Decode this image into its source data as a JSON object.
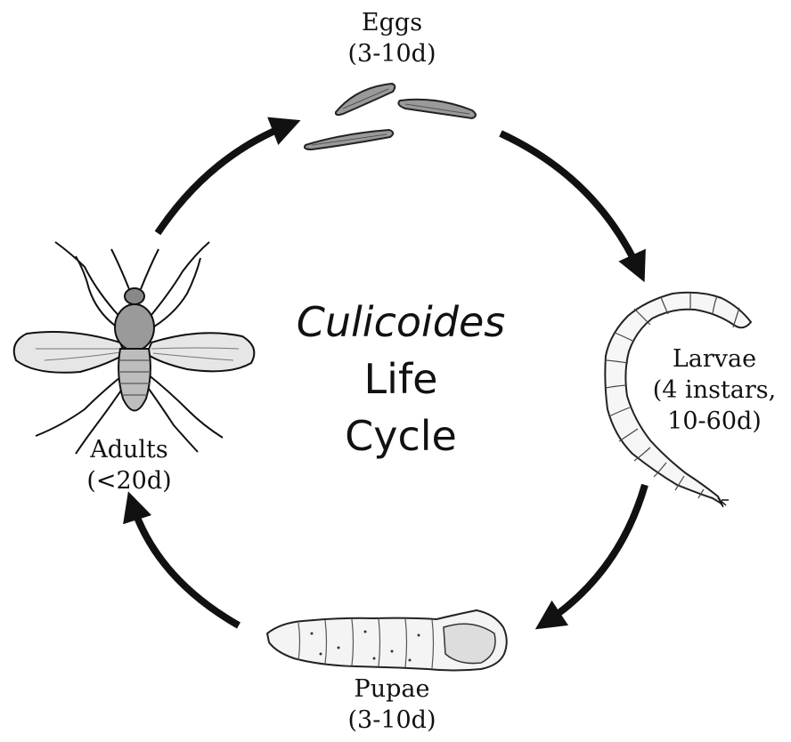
{
  "diagram": {
    "title": {
      "genus": "Culicoides",
      "line2": "Life",
      "line3": "Cycle"
    },
    "stages": [
      {
        "name": "Eggs",
        "duration": "(3-10d)"
      },
      {
        "name": "Larvae",
        "duration_line1": "(4 instars,",
        "duration_line2": "10-60d)"
      },
      {
        "name": "Pupae",
        "duration": "(3-10d)"
      },
      {
        "name": "Adults",
        "duration": "(<20d)"
      }
    ],
    "colors": {
      "arrow": "#111111",
      "text": "#111111",
      "background": "#ffffff"
    }
  }
}
